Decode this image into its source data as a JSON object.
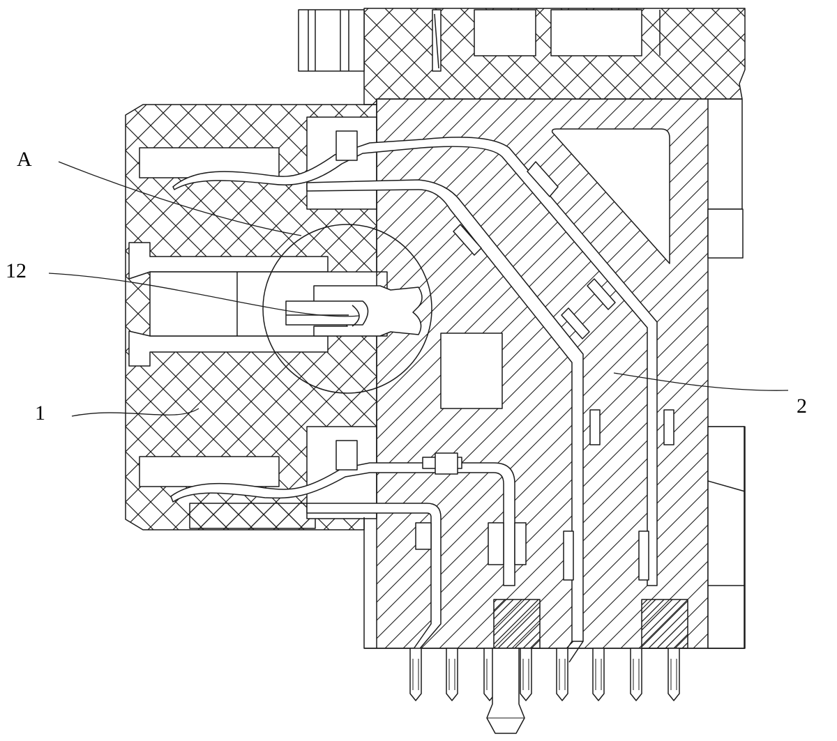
{
  "figure": {
    "callouts": {
      "a": "A",
      "n12": "12",
      "n1": "1",
      "n2": "2"
    },
    "line_color": "#1a1a1a",
    "background": "#ffffff"
  }
}
